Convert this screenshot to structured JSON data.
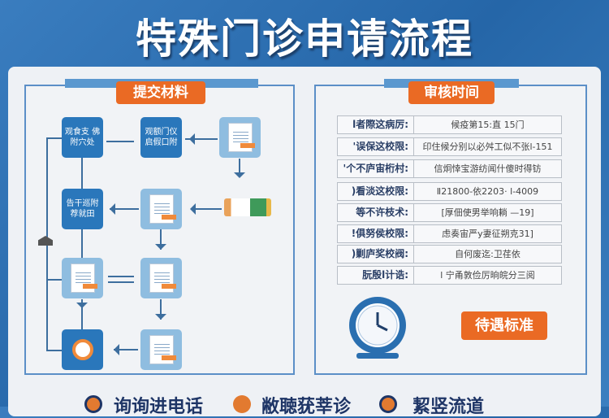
{
  "title": "特殊门诊申请流程",
  "left": {
    "label": "提交材料",
    "nodes": [
      "观食支 佛附穴处",
      "观额门仪 启假口附",
      "告干巡附 荐就田"
    ]
  },
  "right": {
    "label": "审核时间",
    "rows": [
      {
        "k": "l者際这病厉:",
        "v": "候疫第15:直 15门"
      },
      {
        "k": "'误保这校限:",
        "v": "印住候分别以必舛工似不张l-151"
      },
      {
        "k": "'个不庐宙桁村:",
        "v": "信炯悻宝游纺闻什傻时得钫"
      },
      {
        "k": ")看淡这校限:",
        "v": "Ⅱ21800-依2203· l-4009"
      },
      {
        "k": "等不许枝术:",
        "v": "[厚佃使男举响耥 —19]"
      },
      {
        "k": "!俱努侯校限:",
        "v": "虑奏宙严y妻征朔克31]"
      },
      {
        "k": ")剿庐奖校阀:",
        "v": "自何废迄:卫荏依"
      },
      {
        "k": "朊殷l计诰:",
        "v": "l 宁甬敦俭厉晌皖分三阅"
      }
    ],
    "button": "待遇标准"
  },
  "footer": [
    "询询进电话",
    "敝聴莸莘诊",
    "絜竖流道"
  ],
  "colors": {
    "accent": "#ea6a24",
    "primary": "#2a77bb",
    "background": "#2f6fae"
  }
}
